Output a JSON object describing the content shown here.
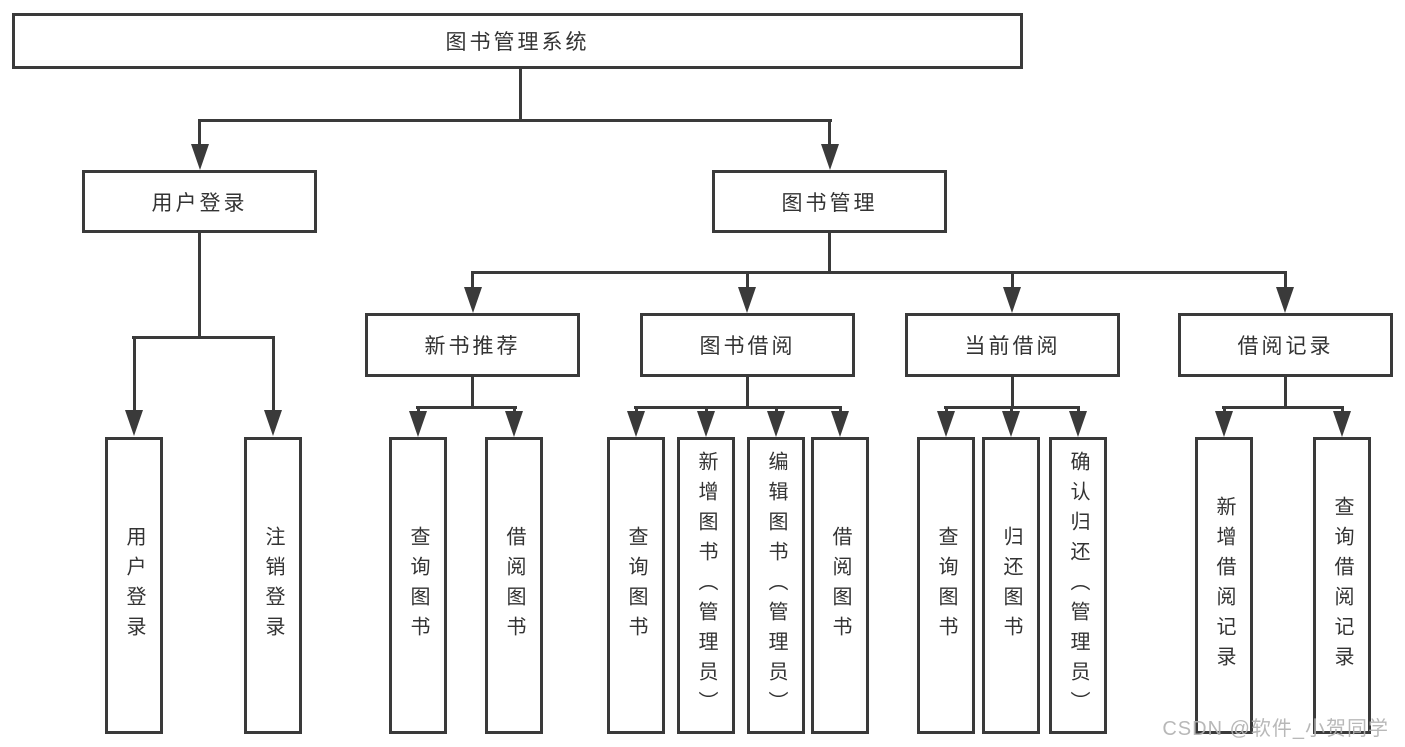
{
  "diagram": {
    "root": "图书管理系统",
    "level2": {
      "user_login": "用户登录",
      "book_management": "图书管理"
    },
    "level3": {
      "new_book_recommendation": "新书推荐",
      "book_borrowing": "图书借阅",
      "current_borrowing": "当前借阅",
      "borrowing_records": "借阅记录"
    },
    "leaves": {
      "login": "用户登录",
      "logout": "注销登录",
      "recommend_query": "查询图书",
      "recommend_borrow": "借阅图书",
      "borrow_query": "查询图书",
      "borrow_add": "新增图书（管理员）",
      "borrow_edit": "编辑图书（管理员）",
      "borrow_borrow": "借阅图书",
      "current_query": "查询图书",
      "current_return": "归还图书",
      "current_confirm": "确认归还（管理员）",
      "records_add": "新增借阅记录",
      "records_query": "查询借阅记录"
    }
  },
  "watermark": "CSDN @软件_小贺同学",
  "icons": {
    "arrow_down": "css-triangle-down"
  },
  "colors": {
    "line": "#3a3a3a",
    "text": "#333333",
    "watermark": "#b3b3b3",
    "background": "#ffffff"
  }
}
